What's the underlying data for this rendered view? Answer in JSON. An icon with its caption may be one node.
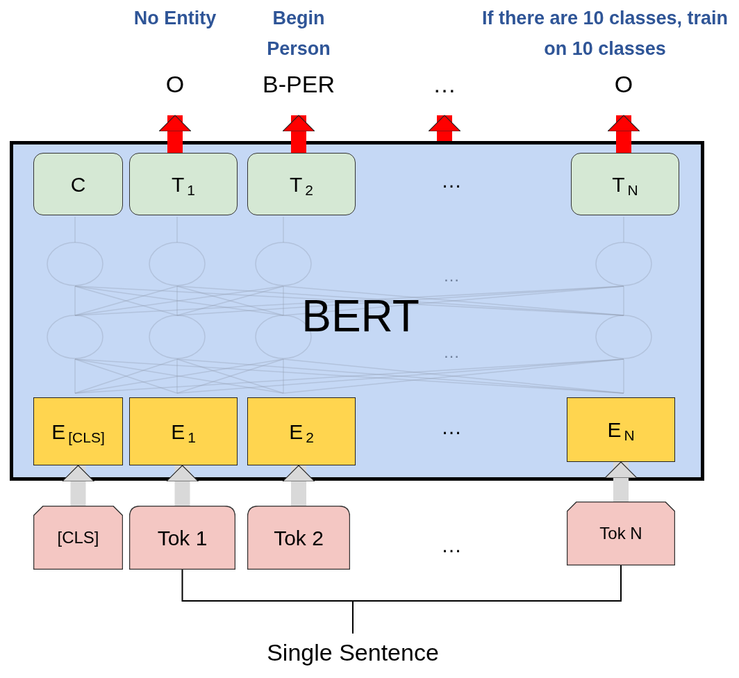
{
  "diagram": {
    "nodes": [
      {
        "text": [
          "BERT"
        ]
      },
      {
        "text": [
          "C"
        ],
        "in": 0
      },
      {
        "text": [
          "T$_{1}$"
        ],
        "in": 0
      },
      {
        "text": [
          "T$_{2}$"
        ],
        "in": 0
      },
      {
        "text": [
          "T$_{N}$"
        ],
        "in": 0
      },
      {
        "text": [
          "E$_{[CLS]}$"
        ],
        "in": 0
      },
      {
        "text": [
          "E$_{1}$"
        ],
        "in": 0
      },
      {
        "text": [
          "E$_{2}$"
        ],
        "in": 0
      },
      {
        "text": [
          "E$_{N}$"
        ],
        "in": 0
      },
      {
        "text": [
          "[CLS]"
        ]
      },
      {
        "text": [
          "Tok 1"
        ]
      },
      {
        "text": [
          "Tok 2"
        ]
      },
      {
        "text": [
          "Tok N"
        ]
      },
      {
        "text": [
          "O"
        ],
        "beside": [
          "No Entity"
        ]
      },
      {
        "text": [
          "B-PER"
        ],
        "beside": [
          "Begin Person"
        ]
      },
      {
        "text": [
          "…"
        ]
      },
      {
        "text": [
          "O"
        ],
        "beside": [
          "If there are 10 classes, train on 10 classes"
        ]
      },
      {
        "text": [
          "Single Sentence"
        ]
      }
    ],
    "edges": [
      {
        "from": 2,
        "to": 13,
        "arrow": "to",
        "color": "#ff0000"
      },
      {
        "from": 3,
        "to": 14,
        "arrow": "to",
        "color": "#ff0000"
      },
      {
        "from": 0,
        "to": 15,
        "arrow": "to",
        "color": "#ff0000"
      },
      {
        "from": 4,
        "to": 16,
        "arrow": "to",
        "color": "#ff0000"
      },
      {
        "from": 9,
        "to": 5,
        "arrow": "to",
        "color": "#d9d9d9"
      },
      {
        "from": 10,
        "to": 6,
        "arrow": "to",
        "color": "#d9d9d9"
      },
      {
        "from": 11,
        "to": 7,
        "arrow": "to",
        "color": "#d9d9d9"
      },
      {
        "from": 12,
        "to": 8,
        "arrow": "to",
        "color": "#d9d9d9"
      },
      {
        "from": 10,
        "to": 17,
        "arrow": "none",
        "color": "#000000"
      },
      {
        "from": 12,
        "to": 17,
        "arrow": "none",
        "color": "#000000"
      }
    ],
    "labels": [
      "…",
      "…",
      "…",
      "…",
      "…"
    ]
  }
}
